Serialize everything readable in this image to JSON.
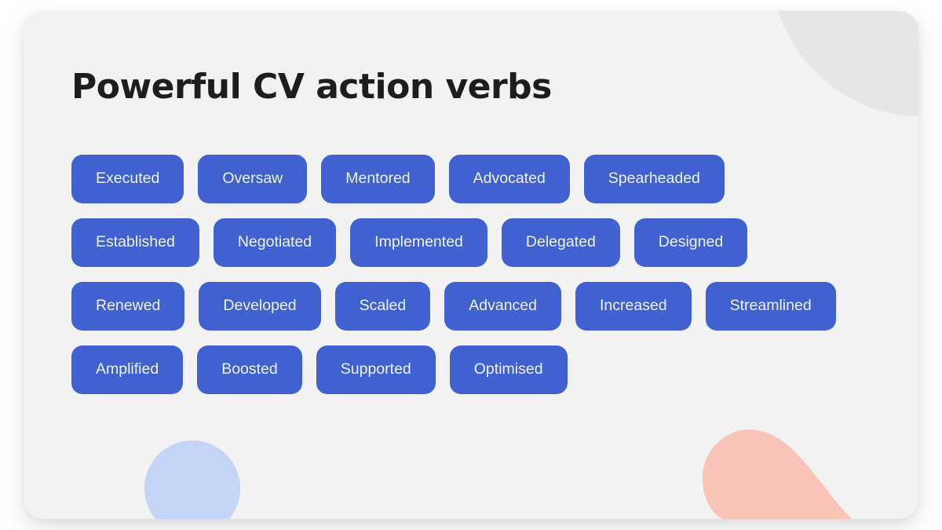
{
  "header": {
    "title": "Powerful CV action verbs"
  },
  "verbs": {
    "rows": [
      [
        "Executed",
        "Oversaw",
        "Mentored",
        "Advocated",
        "Spearheaded"
      ],
      [
        "Established",
        "Negotiated",
        "Implemented",
        "Delegated",
        "Designed"
      ],
      [
        "Renewed",
        "Developed",
        "Scaled",
        "Advanced",
        "Increased",
        "Streamlined"
      ],
      [
        "Amplified",
        "Boosted",
        "Supported",
        "Optimised"
      ]
    ]
  },
  "colors": {
    "page_background": "#ffffff",
    "card_background": "#f2f2f2",
    "tag_background": "#4161d1",
    "tag_text": "#eef2fb",
    "title_text": "#1d1d1f",
    "decor_gray": "#e6e6e6",
    "decor_blue": "#c5d3f6",
    "decor_pink": "#f9c4b8"
  },
  "decorations": [
    {
      "icon": "gray-quarter-circle-shape"
    },
    {
      "icon": "blue-half-circle-shape"
    },
    {
      "icon": "pink-teardrop-shape"
    }
  ]
}
